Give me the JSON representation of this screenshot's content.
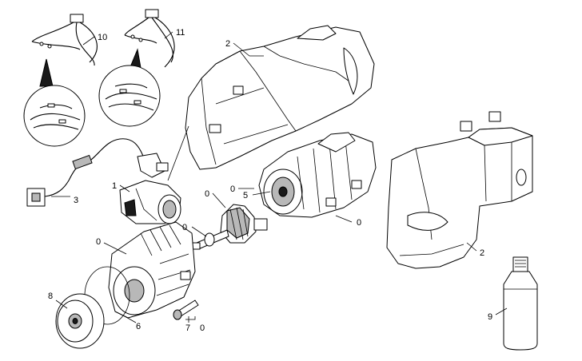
{
  "callouts": {
    "c10": "10",
    "c11": "11",
    "c2_top": "2",
    "c1": "1",
    "c3": "3",
    "c0_brush": "0",
    "c5": "5",
    "c0_armature": "0",
    "c0_shaft": "0",
    "c0_stator": "0",
    "c2_right": "2",
    "c0_housing": "0",
    "c8": "8",
    "c6": "6",
    "c7": "7",
    "c0_screw": "0",
    "c9": "9"
  },
  "colors": {
    "line": "#000000",
    "background": "#ffffff",
    "shading": "#b8b8b8"
  }
}
